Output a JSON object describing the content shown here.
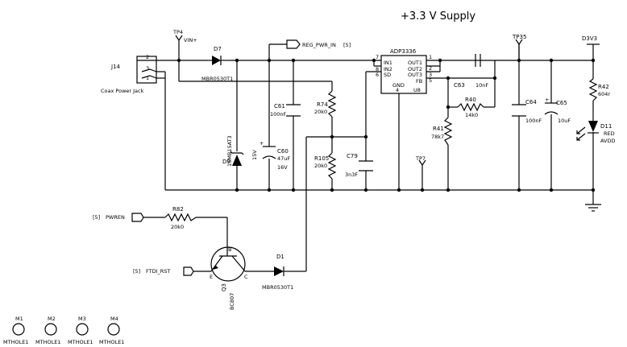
{
  "title": "+3.3 V Supply",
  "connector": {
    "ref": "J14",
    "desc": "Coax Power Jack",
    "pins": [
      "2",
      "3",
      "1"
    ]
  },
  "tp4": {
    "ref": "TP4",
    "net": "VIN+"
  },
  "d7": {
    "ref": "D7",
    "part": "MBR0530T1"
  },
  "reg_pwr_in": {
    "label": "REG_PWR_IN",
    "sheet": "[5]"
  },
  "d9": {
    "ref": "D9",
    "part": "1SMB15AT3",
    "rating": "15V"
  },
  "c61": {
    "ref": "C61",
    "value": "100nF"
  },
  "c60": {
    "ref": "C60",
    "value": "47uF",
    "rating": "16V"
  },
  "r74": {
    "ref": "R74",
    "value": "20k0"
  },
  "r105": {
    "ref": "R105",
    "value": "20k0"
  },
  "c79": {
    "ref": "C79",
    "value": "3n3F"
  },
  "u8": {
    "part": "ADP3336",
    "ref": "U8",
    "pins_left": [
      {
        "num": "7",
        "name": "IN1"
      },
      {
        "num": "8",
        "name": "IN2"
      },
      {
        "num": "6",
        "name": "SD"
      }
    ],
    "pins_right": [
      {
        "num": "1",
        "name": "OUT1"
      },
      {
        "num": "2",
        "name": "OUT2"
      },
      {
        "num": "3",
        "name": "OUT3"
      },
      {
        "num": "5",
        "name": "FB"
      }
    ],
    "gnd": {
      "num": "4",
      "name": "GND"
    }
  },
  "tp7": {
    "ref": "TP7"
  },
  "c63": {
    "ref": "C63",
    "value": "10nF"
  },
  "r40": {
    "ref": "R40",
    "value": "14k0"
  },
  "r41": {
    "ref": "R41",
    "value": "78k7"
  },
  "tp35": {
    "ref": "TP35"
  },
  "c64": {
    "ref": "C64",
    "value": "100nF"
  },
  "c65": {
    "ref": "C65",
    "value": "10uF"
  },
  "d3v3": {
    "net": "D3V3"
  },
  "r42": {
    "ref": "R42",
    "value": "604r"
  },
  "d11": {
    "ref": "D11",
    "color": "RED",
    "net": "AVDD"
  },
  "pwren": {
    "sheet": "[5]",
    "label": "PWREN"
  },
  "r82": {
    "ref": "R82",
    "value": "20k0"
  },
  "ftdi_rst": {
    "sheet": "[5]",
    "label": "FTDI_RST"
  },
  "q3": {
    "ref": "Q3",
    "part": "BC807",
    "pin_b": "B",
    "pin_e": "E",
    "pin_c": "C"
  },
  "d1": {
    "ref": "D1",
    "part": "MBR0530T1"
  },
  "mounting_holes": [
    {
      "ref": "M1",
      "part": "MTHOLE1"
    },
    {
      "ref": "M2",
      "part": "MTHOLE1"
    },
    {
      "ref": "M3",
      "part": "MTHOLE1"
    },
    {
      "ref": "M4",
      "part": "MTHOLE1"
    }
  ]
}
